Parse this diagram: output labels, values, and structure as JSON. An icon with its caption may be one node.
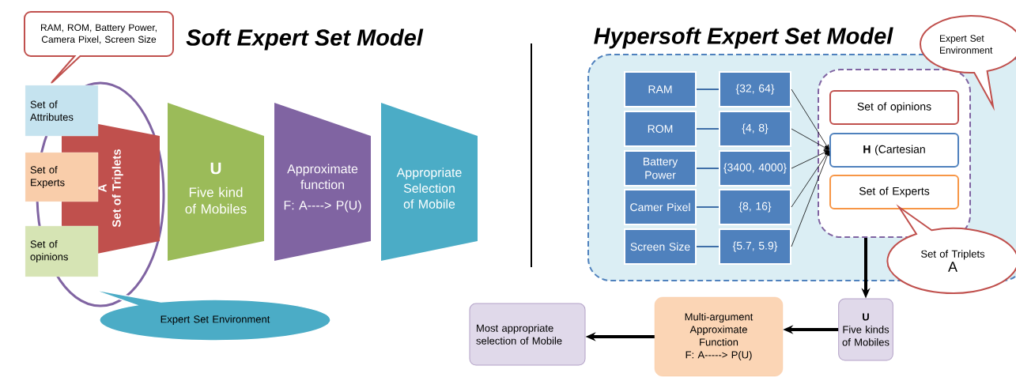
{
  "diagram": {
    "nodes": [
      {
        "text": [
          "RAM, ROM, Battery Power, Camera Pixel, Screen Size"
        ]
      },
      {
        "text": [
          "Set of Attributes"
        ]
      },
      {
        "text": [
          "Set of Experts"
        ]
      },
      {
        "text": [
          "Set of opinions"
        ]
      },
      {
        "text": [
          "A",
          "Set of Triplets"
        ],
        "in": 8
      },
      {
        "text": [
          "U",
          "Five kind of Mobiles"
        ]
      },
      {
        "text": [
          "Approximate function",
          "F: A----> P(U)"
        ]
      },
      {
        "text": [
          "Appropriate Selection of Mobile"
        ]
      },
      {
        "text": [],
        "shape": "circle"
      },
      {
        "text": [
          "Expert Set Environment"
        ]
      },
      {
        "text": [],
        "shape": "box"
      },
      {
        "text": [
          "RAM"
        ],
        "in": 10
      },
      {
        "text": [
          "{32, 64}"
        ],
        "in": 10
      },
      {
        "text": [
          "ROM"
        ],
        "in": 10
      },
      {
        "text": [
          "{4, 8}"
        ],
        "in": 10
      },
      {
        "text": [
          "Battery Power"
        ],
        "in": 10
      },
      {
        "text": [
          "{3400, 4000}"
        ],
        "in": 10
      },
      {
        "text": [
          "Camer Pixel"
        ],
        "in": 10
      },
      {
        "text": [
          "{8, 16}"
        ],
        "in": 10
      },
      {
        "text": [
          "Screen Size"
        ],
        "in": 10
      },
      {
        "text": [
          "{5.7, 5.9}"
        ],
        "in": 10
      },
      {
        "text": [],
        "shape": "box",
        "in": 10
      },
      {
        "text": [
          "Set of opinions"
        ],
        "in": 21
      },
      {
        "text": [
          "**H** (Cartesian"
        ],
        "in": 21
      },
      {
        "text": [
          "Set of Experts"
        ],
        "in": 21
      },
      {
        "text": [
          "Expert Set Environment"
        ]
      },
      {
        "text": [
          "Set of Triplets",
          "A"
        ]
      },
      {
        "text": [
          "U",
          "Five kinds of Mobiles"
        ]
      },
      {
        "text": [
          "Multi-argument Approximate Function",
          "F: A-----> P(U)"
        ]
      },
      {
        "text": [
          "Most appropriate selection of Mobile"
        ]
      }
    ],
    "edges": [
      {
        "from": 11,
        "to": 12,
        "arrow": "none",
        "color": "#3f6fa8"
      },
      {
        "from": 13,
        "to": 14,
        "arrow": "none",
        "color": "#3f6fa8"
      },
      {
        "from": 15,
        "to": 16,
        "arrow": "none",
        "color": "#3f6fa8"
      },
      {
        "from": 17,
        "to": 18,
        "arrow": "none",
        "color": "#3f6fa8"
      },
      {
        "from": 19,
        "to": 20,
        "arrow": "none",
        "color": "#3f6fa8"
      },
      {
        "from": 12,
        "to": 23,
        "arrow": "to"
      },
      {
        "from": 14,
        "to": 23,
        "arrow": "to"
      },
      {
        "from": 16,
        "to": 23,
        "arrow": "to"
      },
      {
        "from": 18,
        "to": 23,
        "arrow": "to"
      },
      {
        "from": 20,
        "to": 23,
        "arrow": "to"
      },
      {
        "from": 21,
        "to": 27,
        "arrow": "to",
        "style": "thick"
      },
      {
        "from": 27,
        "to": 28,
        "arrow": "to",
        "style": "thick"
      },
      {
        "from": 28,
        "to": 29,
        "arrow": "to",
        "style": "thick"
      }
    ],
    "labels": [
      "Soft Expert Set Model",
      "Hypersoft Expert Set Model"
    ]
  }
}
